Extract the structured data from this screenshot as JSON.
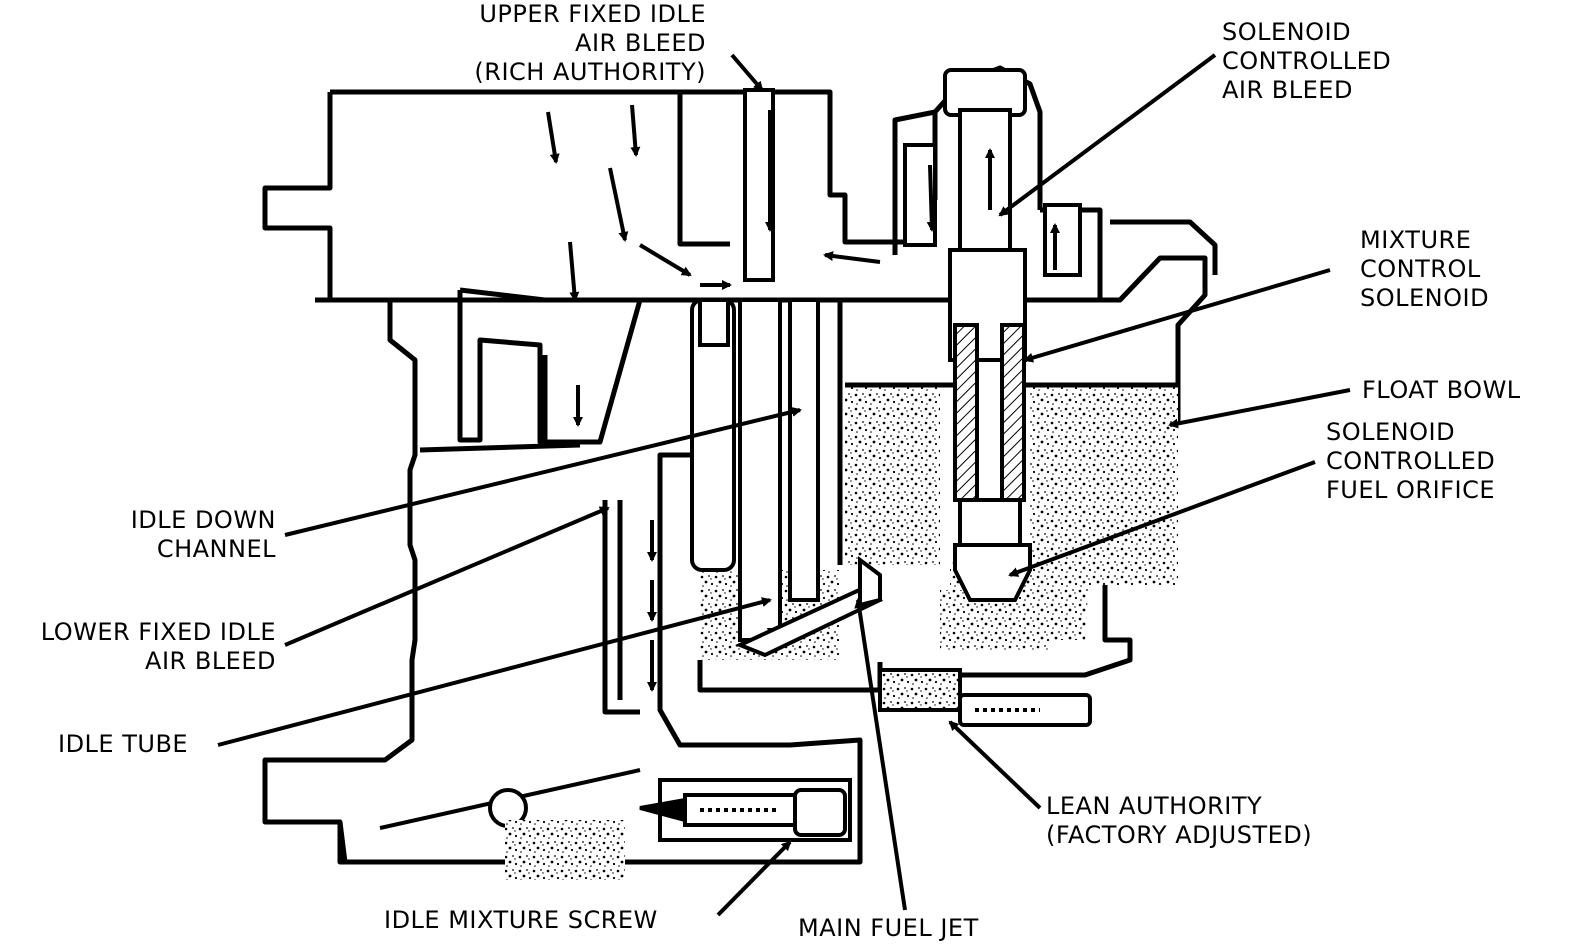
{
  "colors": {
    "ink": "#000000",
    "paper": "#ffffff"
  },
  "labels": {
    "upper_fixed_idle_air_bleed": [
      "UPPER FIXED IDLE",
      "AIR BLEED",
      "(RICH AUTHORITY)"
    ],
    "solenoid_controlled_air_bleed": [
      "SOLENOID",
      "CONTROLLED",
      "AIR BLEED"
    ],
    "mixture_control_solenoid": [
      "MIXTURE",
      "CONTROL",
      "SOLENOID"
    ],
    "float_bowl": "FLOAT BOWL",
    "solenoid_controlled_fuel_orifice": [
      "SOLENOID",
      "CONTROLLED",
      "FUEL ORIFICE"
    ],
    "idle_down_channel": [
      "IDLE DOWN",
      "CHANNEL"
    ],
    "lower_fixed_idle_air_bleed": [
      "LOWER FIXED IDLE",
      "AIR BLEED"
    ],
    "idle_tube": "IDLE TUBE",
    "lean_authority": [
      "LEAN AUTHORITY",
      "(FACTORY ADJUSTED)"
    ],
    "idle_mixture_screw": "IDLE MIXTURE SCREW",
    "main_fuel_jet": "MAIN FUEL JET"
  }
}
